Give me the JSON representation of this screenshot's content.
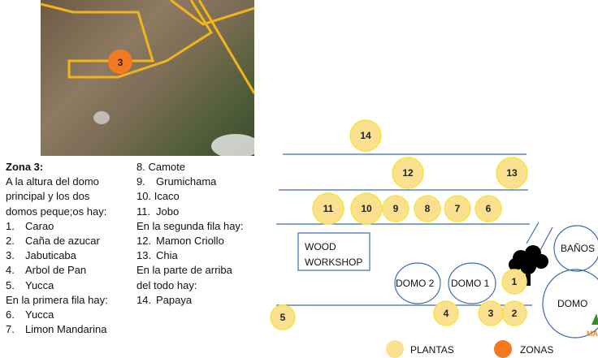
{
  "zone_text": {
    "title": "Zona 3:",
    "intro": [
      "A la altura del domo",
      "principal y los dos",
      "domos peque;os hay:"
    ],
    "group1": [
      {
        "n": "1.",
        "name": "Carao"
      },
      {
        "n": "2.",
        "name": "Caña de azucar"
      },
      {
        "n": "3.",
        "name": "Jabuticaba"
      },
      {
        "n": "4.",
        "name": "Arbol de Pan"
      },
      {
        "n": "5.",
        "name": "Yucca"
      }
    ],
    "row1_heading": "En la primera fila hay:",
    "group2": [
      {
        "n": "6.",
        "name": "Yucca"
      },
      {
        "n": "7.",
        "name": "Limon Mandarina"
      }
    ],
    "group3": [
      {
        "n": "8.",
        "name": "Camote"
      },
      {
        "n": "9.",
        "name": "Grumichama"
      },
      {
        "n": "10.",
        "name": "Icaco"
      },
      {
        "n": "11.",
        "name": "Jobo"
      }
    ],
    "row2_heading": "En la segunda fila hay:",
    "group4": [
      {
        "n": "12.",
        "name": "Mamon Criollo"
      },
      {
        "n": "13.",
        "name": "Chia"
      }
    ],
    "top_heading": [
      "En la parte de arriba",
      "del todo hay:"
    ],
    "group5": [
      {
        "n": "14.",
        "name": "Papaya"
      }
    ]
  },
  "map": {
    "zone_marker": "3",
    "plants": [
      "1",
      "2",
      "3",
      "4",
      "5",
      "6",
      "7",
      "8",
      "9",
      "10",
      "11",
      "12",
      "13",
      "14"
    ],
    "wood_workshop": [
      "WOOD",
      "WORKSHOP"
    ],
    "domo2": "DOMO 2",
    "domo1": "DOMO 1",
    "banos": "BAÑOS",
    "domo": "DOMO",
    "logo_fragment": "MA"
  },
  "legend": {
    "plants": "PLANTAS",
    "zones": "ZONAS"
  },
  "colors": {
    "plant_fill": "#fbe08f",
    "plant_border": "#f3e642",
    "zone": "#f47a20",
    "line": "#3c6bb0"
  }
}
